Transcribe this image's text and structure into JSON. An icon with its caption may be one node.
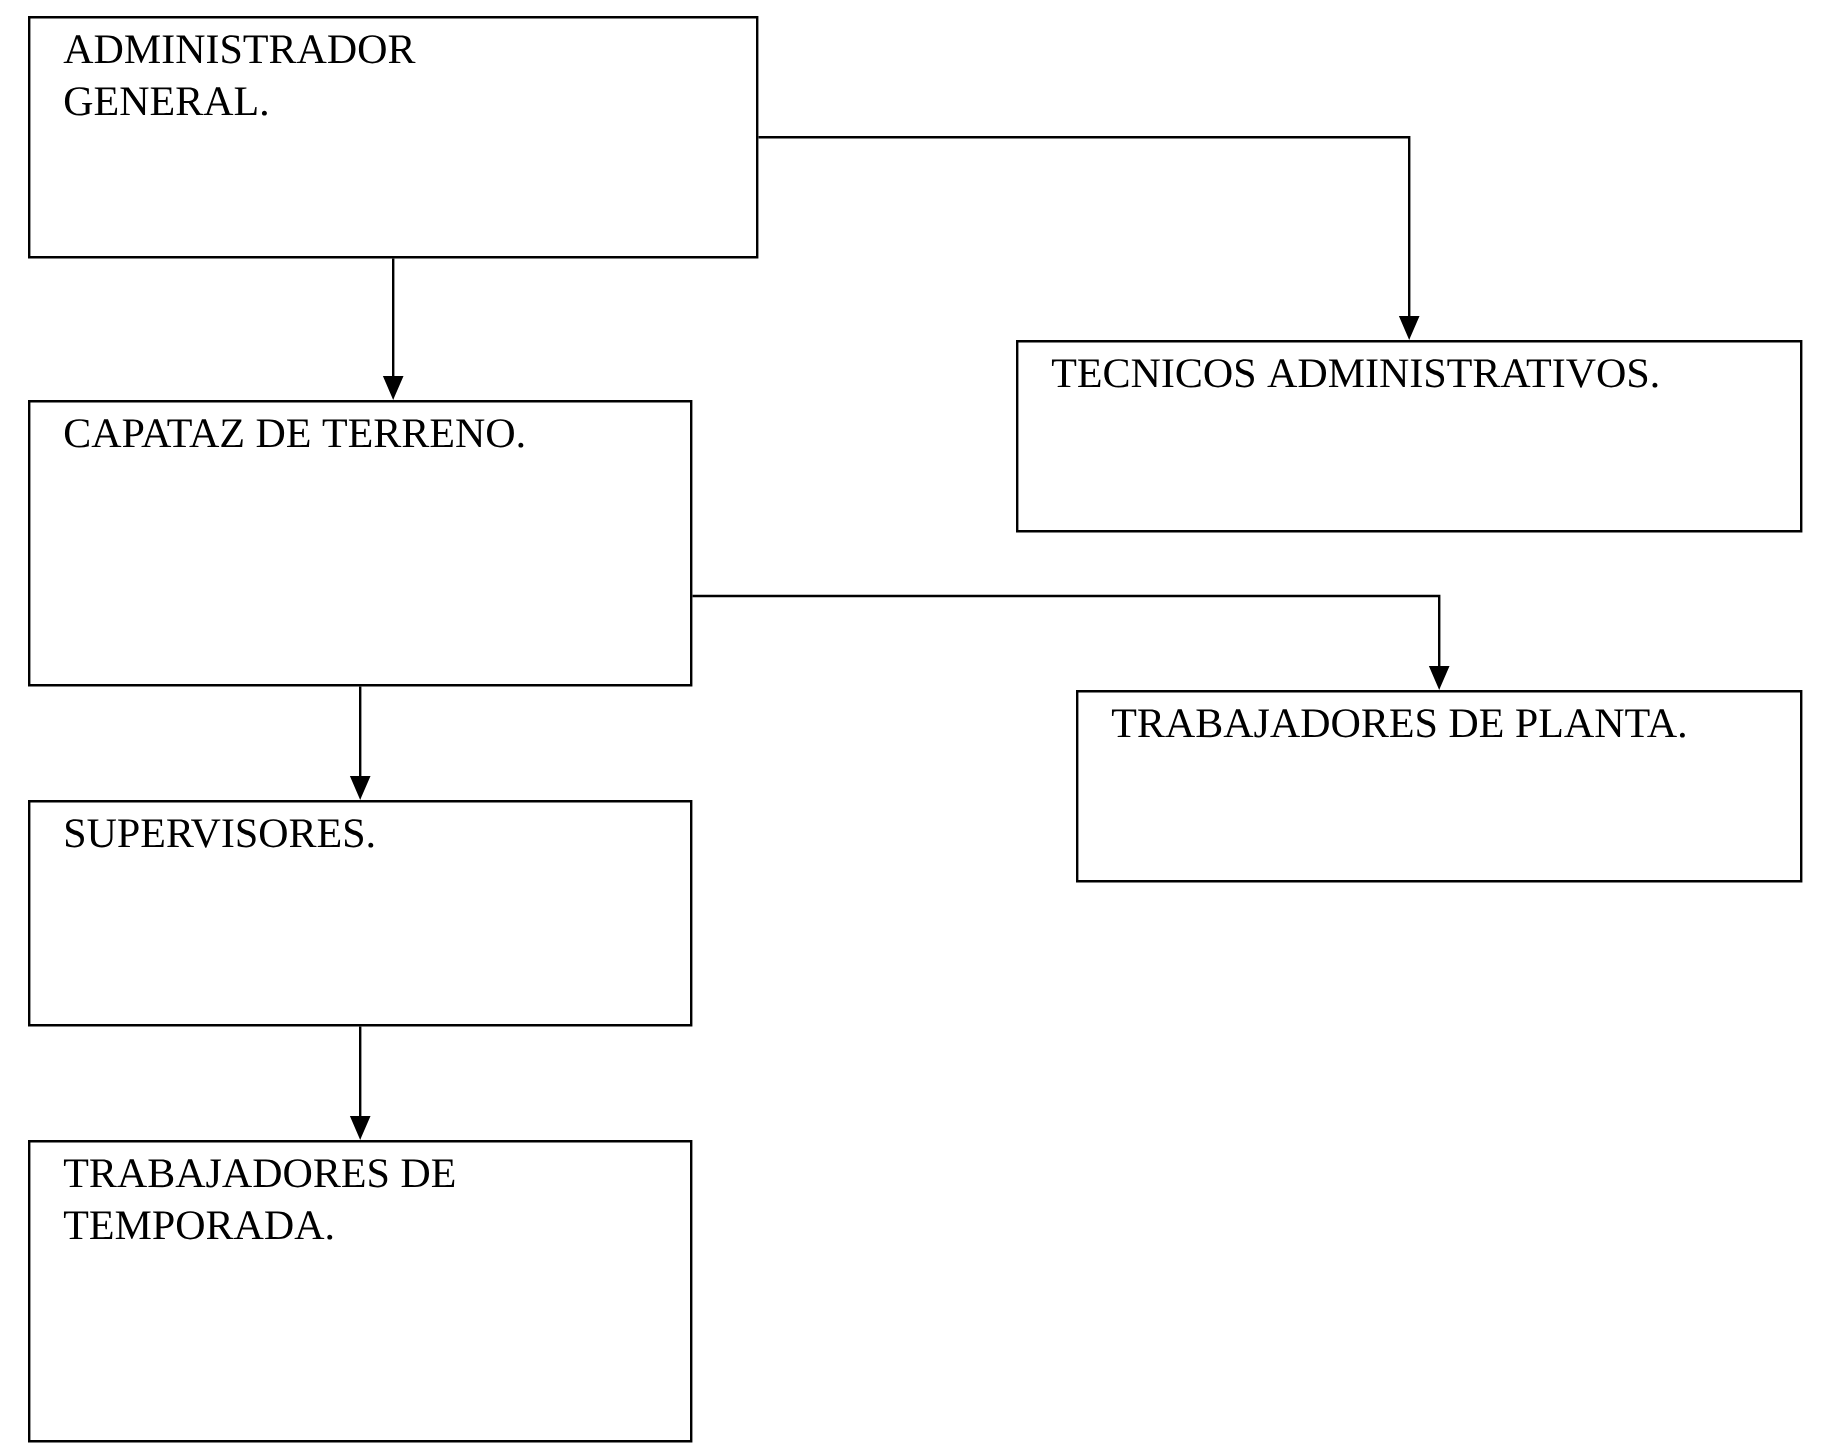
{
  "diagram": {
    "nodes": [
      {
        "text": [
          "ADMINISTRADOR GENERAL."
        ]
      },
      {
        "text": [
          "CAPATAZ DE TERRENO."
        ]
      },
      {
        "text": [
          "TECNICOS ADMINISTRATIVOS."
        ]
      },
      {
        "text": [
          "SUPERVISORES."
        ]
      },
      {
        "text": [
          "TRABAJADORES DE PLANTA."
        ]
      },
      {
        "text": [
          "TRABAJADORES DE TEMPORADA."
        ]
      }
    ],
    "edges": [
      {
        "from": 0,
        "to": 1,
        "arrow": "to"
      },
      {
        "from": 0,
        "to": 2,
        "arrow": "to"
      },
      {
        "from": 1,
        "to": 3,
        "arrow": "to"
      },
      {
        "from": 1,
        "to": 4,
        "arrow": "to"
      },
      {
        "from": 3,
        "to": 5,
        "arrow": "to"
      }
    ]
  }
}
